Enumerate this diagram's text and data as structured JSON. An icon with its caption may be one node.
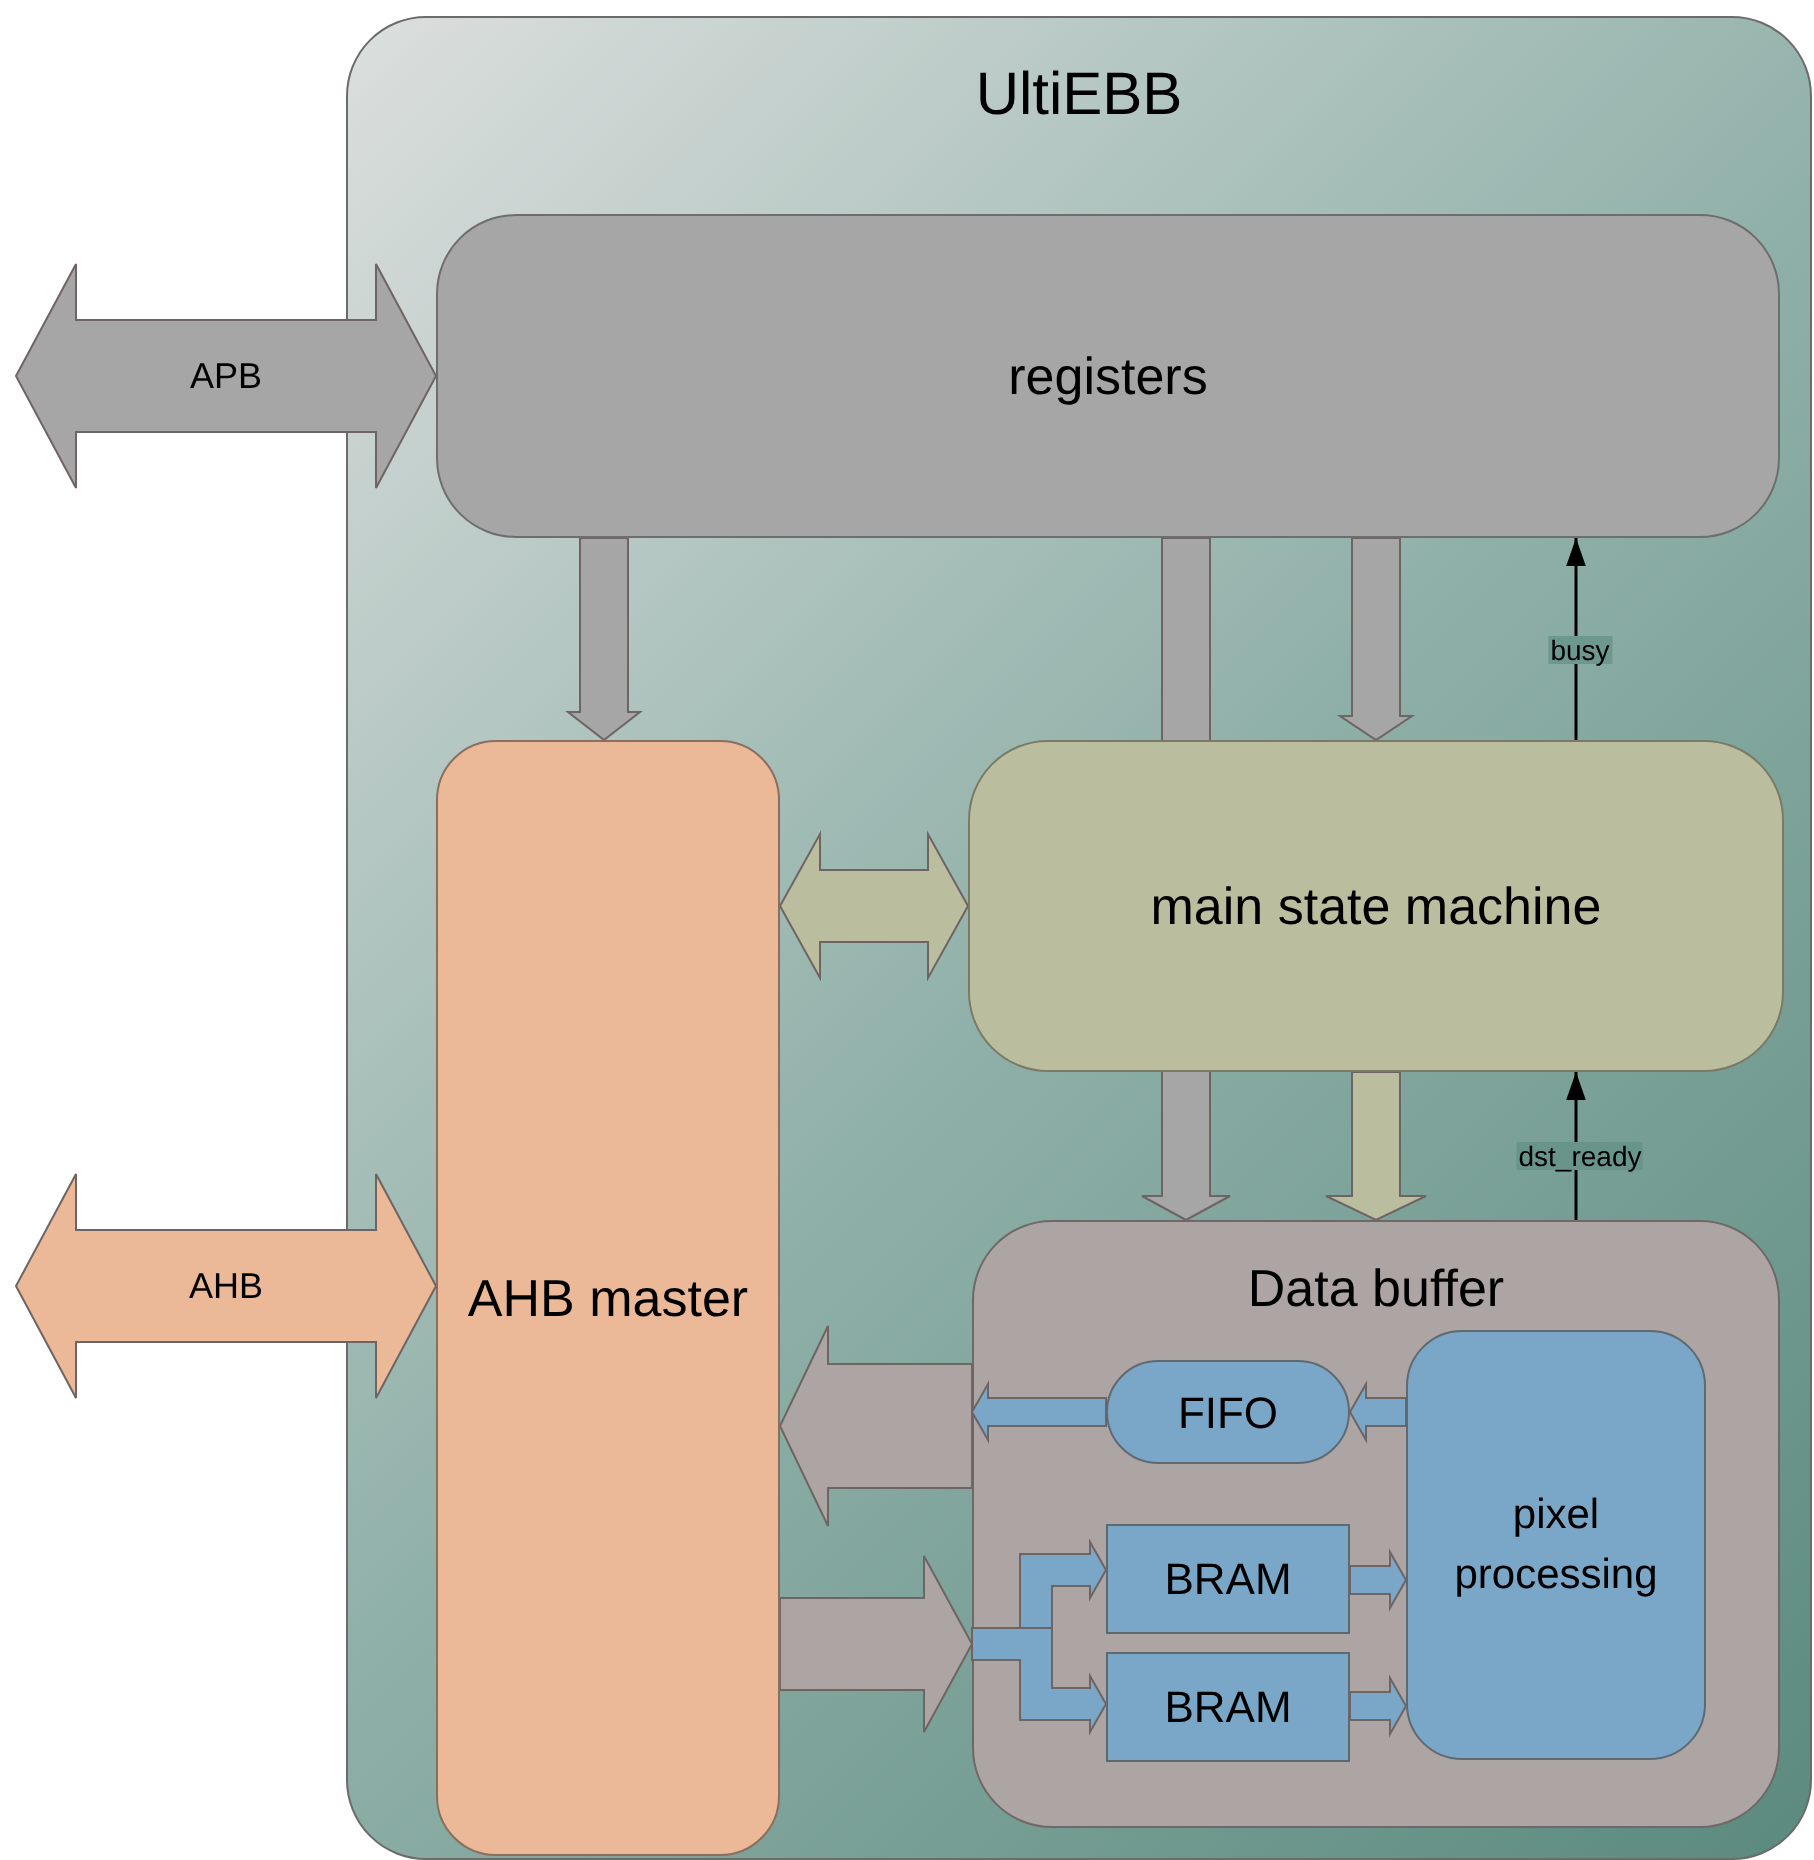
{
  "diagram": {
    "nodes": [
      {
        "text": [
          "UltiEBB"
        ]
      },
      {
        "text": [
          "registers"
        ],
        "in": 0
      },
      {
        "text": [
          "AHB master"
        ],
        "in": 0
      },
      {
        "text": [
          "main state machine"
        ],
        "in": 0
      },
      {
        "text": [
          "Data buffer"
        ],
        "in": 0
      },
      {
        "text": [
          "FIFO"
        ],
        "in": 4
      },
      {
        "text": [
          "BRAM"
        ],
        "in": 4
      },
      {
        "text": [
          "BRAM"
        ],
        "in": 4
      },
      {
        "text": [
          "pixel processing"
        ],
        "in": 4
      }
    ],
    "edges": [
      {
        "from": null,
        "to": 1,
        "arrow": "both",
        "label": "APB",
        "style": "thick",
        "color": "#a6a6a6"
      },
      {
        "from": null,
        "to": 2,
        "arrow": "both",
        "label": "AHB",
        "style": "thick",
        "color": "#ebb898"
      },
      {
        "from": 1,
        "to": 2,
        "arrow": "to",
        "style": "thick",
        "color": "#a6a6a6"
      },
      {
        "from": 1,
        "to": 4,
        "arrow": "to",
        "style": "thick",
        "color": "#a6a6a6"
      },
      {
        "from": 1,
        "to": 3,
        "arrow": "to",
        "style": "thick",
        "color": "#a6a6a6"
      },
      {
        "from": 3,
        "to": 1,
        "arrow": "to",
        "label": "busy"
      },
      {
        "from": 2,
        "to": 3,
        "arrow": "both",
        "style": "thick",
        "color": "#bbbe9e"
      },
      {
        "from": 3,
        "to": 4,
        "arrow": "to",
        "style": "thick",
        "color": "#bbbe9e"
      },
      {
        "from": 4,
        "to": 3,
        "arrow": "to",
        "label": "dst_ready"
      },
      {
        "from": 4,
        "to": 2,
        "arrow": "to",
        "style": "thick",
        "color": "#ada4a4"
      },
      {
        "from": 2,
        "to": 4,
        "arrow": "to",
        "style": "thick",
        "color": "#ada4a4"
      },
      {
        "from": 8,
        "to": 5,
        "arrow": "to",
        "style": "thick",
        "color": "#7aa6c8"
      },
      {
        "from": 5,
        "to": 4,
        "arrow": "to",
        "style": "thick",
        "color": "#7aa6c8"
      },
      {
        "from": 4,
        "to": 6,
        "arrow": "to",
        "style": "thick",
        "color": "#7aa6c8"
      },
      {
        "from": 4,
        "to": 7,
        "arrow": "to",
        "style": "thick",
        "color": "#7aa6c8"
      },
      {
        "from": 6,
        "to": 8,
        "arrow": "to",
        "style": "thick",
        "color": "#7aa6c8"
      },
      {
        "from": 7,
        "to": 8,
        "arrow": "to",
        "style": "thick",
        "color": "#7aa6c8"
      }
    ]
  }
}
